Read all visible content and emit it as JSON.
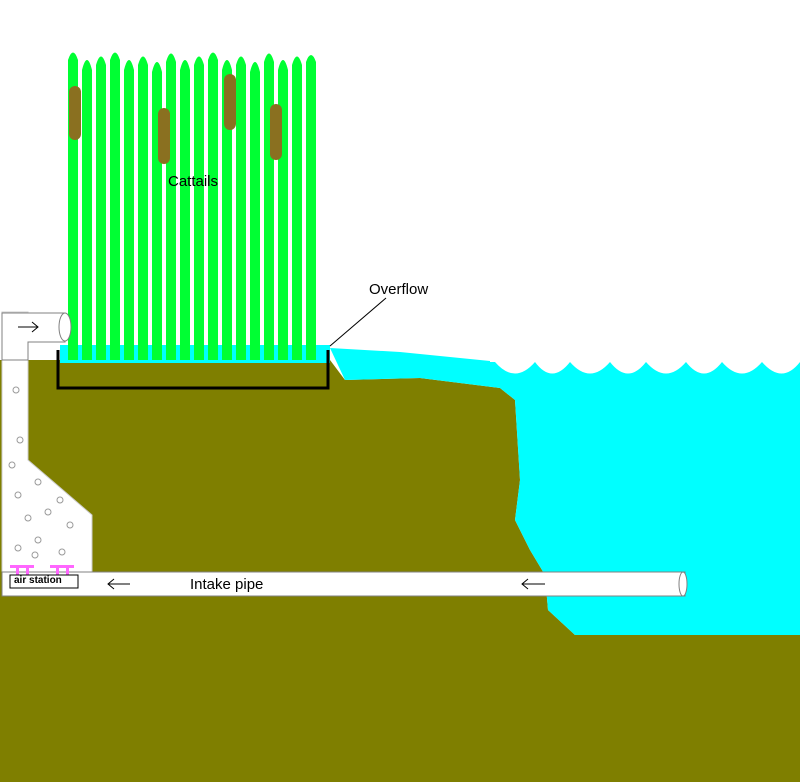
{
  "labels": {
    "cattails": "Cattails",
    "overflow": "Overflow",
    "intake_pipe": "Intake pipe",
    "air_station": "air station"
  },
  "colors": {
    "soil": "#7f7f00",
    "water": "#00ffff",
    "cattail_stem": "#00ff33",
    "cattail_head": "#8a7020",
    "pipe": "#ffffff",
    "outline": "#000000",
    "air_diffuser": "#ff66ff"
  },
  "icons": {
    "flow_arrow": "arrow-right-icon",
    "intake_arrow": "arrow-left-icon"
  }
}
